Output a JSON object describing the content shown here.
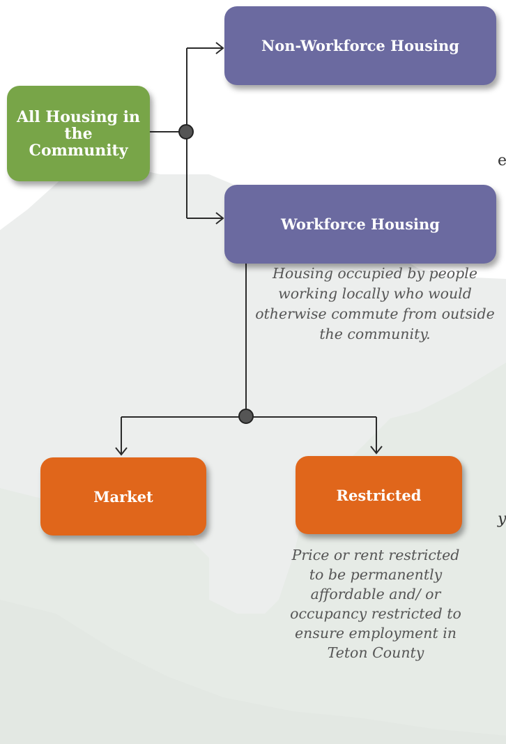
{
  "nodes": {
    "all_housing": "All Housing in the Community",
    "non_workforce": "Non-Workforce Housing",
    "workforce": "Workforce Housing",
    "market": "Market",
    "restricted": "Restricted"
  },
  "notes": {
    "workforce_desc": "Housing occupied by people working locally who would otherwise commute from outside the community.",
    "restricted_desc": "Price or rent restricted to be permanently affordable and/ or occupancy restricted to ensure employment in Teton County"
  },
  "edge_fragments": {
    "right_upper": "e",
    "right_lower": "y"
  },
  "colors": {
    "purple": "#6b6aa0",
    "green": "#78a548",
    "orange": "#e0661b",
    "background_shape": "#e7ebe6"
  }
}
